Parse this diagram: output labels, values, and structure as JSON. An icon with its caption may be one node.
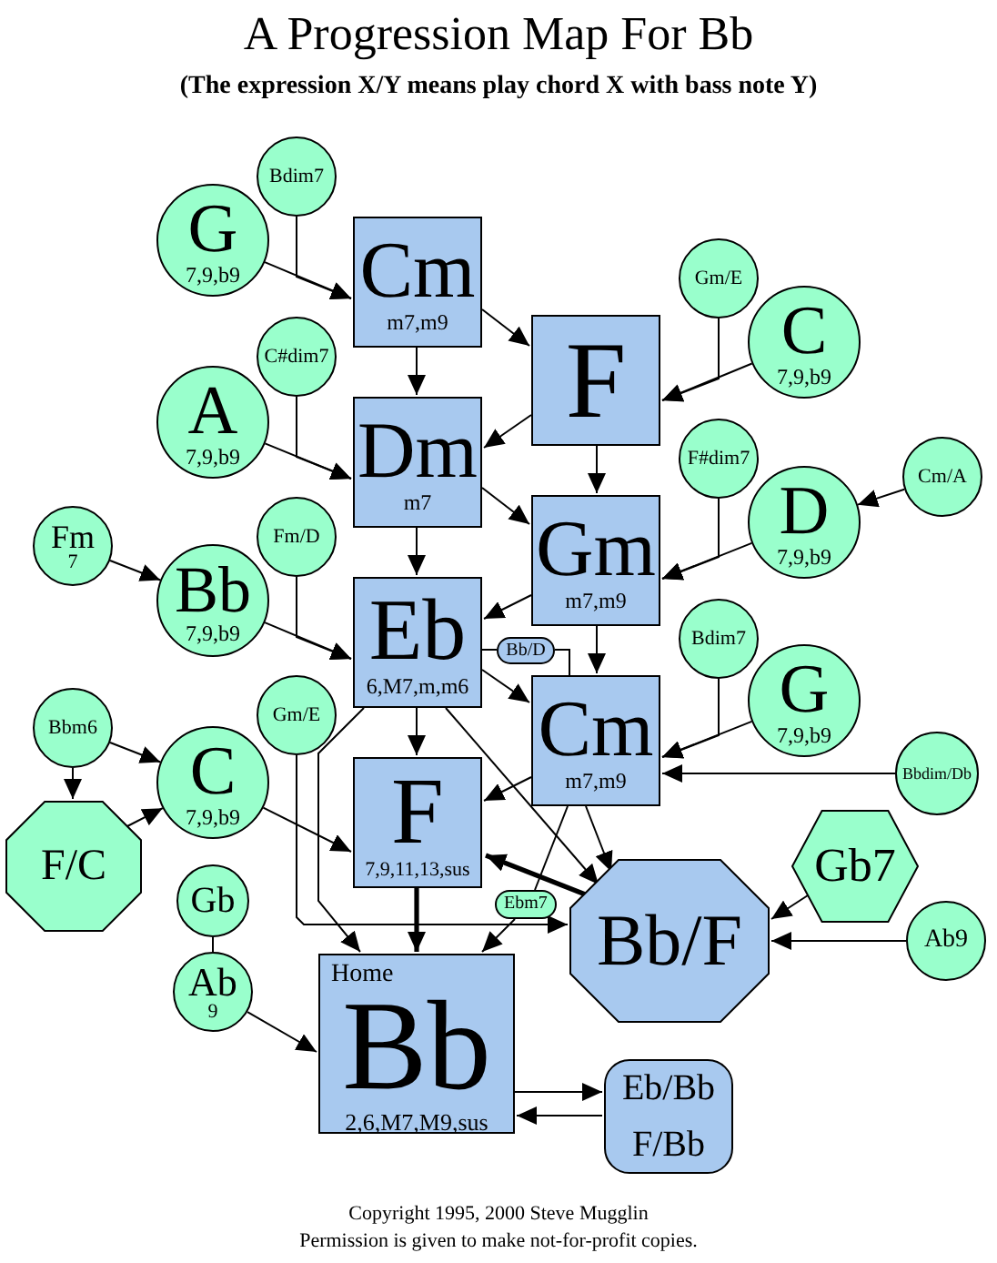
{
  "diagram": {
    "title": "A Progression Map For Bb",
    "nodes": [
      {
        "text": [
          "Bdim7"
        ]
      },
      {
        "text": [
          "G",
          "7,9,b9"
        ]
      },
      {
        "text": [
          "Cm",
          "m7,m9"
        ]
      },
      {
        "text": [
          "F"
        ]
      },
      {
        "text": [
          "Gm/E"
        ]
      },
      {
        "text": [
          "C",
          "7,9,b9"
        ]
      },
      {
        "text": [
          "C#dim7"
        ]
      },
      {
        "text": [
          "A",
          "7,9,b9"
        ]
      },
      {
        "text": [
          "Dm",
          "m7"
        ]
      },
      {
        "text": [
          "F#dim7"
        ]
      },
      {
        "text": [
          "Cm/A"
        ]
      },
      {
        "text": [
          "Gm",
          "m7,m9"
        ]
      },
      {
        "text": [
          "D",
          "7,9,b9"
        ]
      },
      {
        "text": [
          "Fm",
          "7"
        ]
      },
      {
        "text": [
          "Fm/D"
        ]
      },
      {
        "text": [
          "Bb",
          "7,9,b9"
        ]
      },
      {
        "text": [
          "Eb",
          "6,M7,m,m6"
        ]
      },
      {
        "text": [
          "Bb/D"
        ]
      },
      {
        "text": [
          "Bdim7"
        ]
      },
      {
        "text": [
          "Cm",
          "m7,m9"
        ]
      },
      {
        "text": [
          "G",
          "7,9,b9"
        ]
      },
      {
        "text": [
          "Bbm6"
        ]
      },
      {
        "text": [
          "Gm/E"
        ]
      },
      {
        "text": [
          "C",
          "7,9,b9"
        ]
      },
      {
        "text": [
          "Bbdim/Db"
        ]
      },
      {
        "text": [
          "F/C"
        ]
      },
      {
        "text": [
          "F",
          "7,9,11,13,sus"
        ]
      },
      {
        "text": [
          "Gb7"
        ]
      },
      {
        "text": [
          "Gb"
        ]
      },
      {
        "text": [
          "Ebm7"
        ]
      },
      {
        "text": [
          "Bb/F"
        ]
      },
      {
        "text": [
          "Ab9"
        ]
      },
      {
        "text": [
          "Ab",
          "9"
        ]
      },
      {
        "text": [
          "Home",
          "Bb",
          "2,6,M7,M9,sus"
        ]
      },
      {
        "text": [
          "Eb/Bb",
          "F/Bb"
        ]
      }
    ],
    "edges": [
      {
        "from": 0,
        "to": 2,
        "arrow": "to"
      },
      {
        "from": 1,
        "to": 2,
        "arrow": "to"
      },
      {
        "from": 2,
        "to": 3,
        "arrow": "to"
      },
      {
        "from": 2,
        "to": 8,
        "arrow": "to"
      },
      {
        "from": 4,
        "to": 3,
        "arrow": "to"
      },
      {
        "from": 5,
        "to": 3,
        "arrow": "to"
      },
      {
        "from": 6,
        "to": 8,
        "arrow": "to"
      },
      {
        "from": 7,
        "to": 8,
        "arrow": "to"
      },
      {
        "from": 3,
        "to": 8,
        "arrow": "to"
      },
      {
        "from": 3,
        "to": 11,
        "arrow": "to"
      },
      {
        "from": 8,
        "to": 11,
        "arrow": "to"
      },
      {
        "from": 8,
        "to": 16,
        "arrow": "to"
      },
      {
        "from": 9,
        "to": 11,
        "arrow": "to"
      },
      {
        "from": 12,
        "to": 11,
        "arrow": "to"
      },
      {
        "from": 10,
        "to": 12,
        "arrow": "to"
      },
      {
        "from": 13,
        "to": 15,
        "arrow": "to"
      },
      {
        "from": 14,
        "to": 16,
        "arrow": "to"
      },
      {
        "from": 15,
        "to": 16,
        "arrow": "to"
      },
      {
        "from": 11,
        "to": 16,
        "arrow": "to"
      },
      {
        "from": 11,
        "to": 19,
        "arrow": "to"
      },
      {
        "from": 16,
        "to": 17,
        "arrow": "none"
      },
      {
        "from": 17,
        "to": 19,
        "arrow": "none"
      },
      {
        "from": 16,
        "to": 19,
        "arrow": "to"
      },
      {
        "from": 16,
        "to": 26,
        "arrow": "to"
      },
      {
        "from": 18,
        "to": 19,
        "arrow": "to"
      },
      {
        "from": 20,
        "to": 19,
        "arrow": "to"
      },
      {
        "from": 24,
        "to": 19,
        "arrow": "to"
      },
      {
        "from": 19,
        "to": 26,
        "arrow": "to"
      },
      {
        "from": 21,
        "to": 23,
        "arrow": "to"
      },
      {
        "from": 21,
        "to": 25,
        "arrow": "to"
      },
      {
        "from": 25,
        "to": 23,
        "arrow": "to"
      },
      {
        "from": 23,
        "to": 26,
        "arrow": "to"
      },
      {
        "from": 16,
        "to": 30,
        "arrow": "to"
      },
      {
        "from": 19,
        "to": 30,
        "arrow": "to"
      },
      {
        "from": 19,
        "to": 29,
        "arrow": "none"
      },
      {
        "from": 29,
        "to": 33,
        "arrow": "to"
      },
      {
        "from": 30,
        "to": 26,
        "arrow": "to",
        "style": "thick"
      },
      {
        "from": 26,
        "to": 33,
        "arrow": "to",
        "style": "thick"
      },
      {
        "from": 22,
        "to": 30,
        "arrow": "to"
      },
      {
        "from": 16,
        "to": 33,
        "arrow": "to"
      },
      {
        "from": 27,
        "to": 30,
        "arrow": "to"
      },
      {
        "from": 31,
        "to": 30,
        "arrow": "to"
      },
      {
        "from": 28,
        "to": 32,
        "arrow": "none"
      },
      {
        "from": 32,
        "to": 33,
        "arrow": "to"
      },
      {
        "from": 33,
        "to": 34,
        "arrow": "to"
      },
      {
        "from": 34,
        "to": 33,
        "arrow": "to"
      }
    ],
    "labels": [
      "(The expression X/Y means play chord X with bass note Y)",
      "Copyright 1995, 2000 Steve Mugglin",
      "Permission is given to make not-for-profit copies."
    ]
  }
}
